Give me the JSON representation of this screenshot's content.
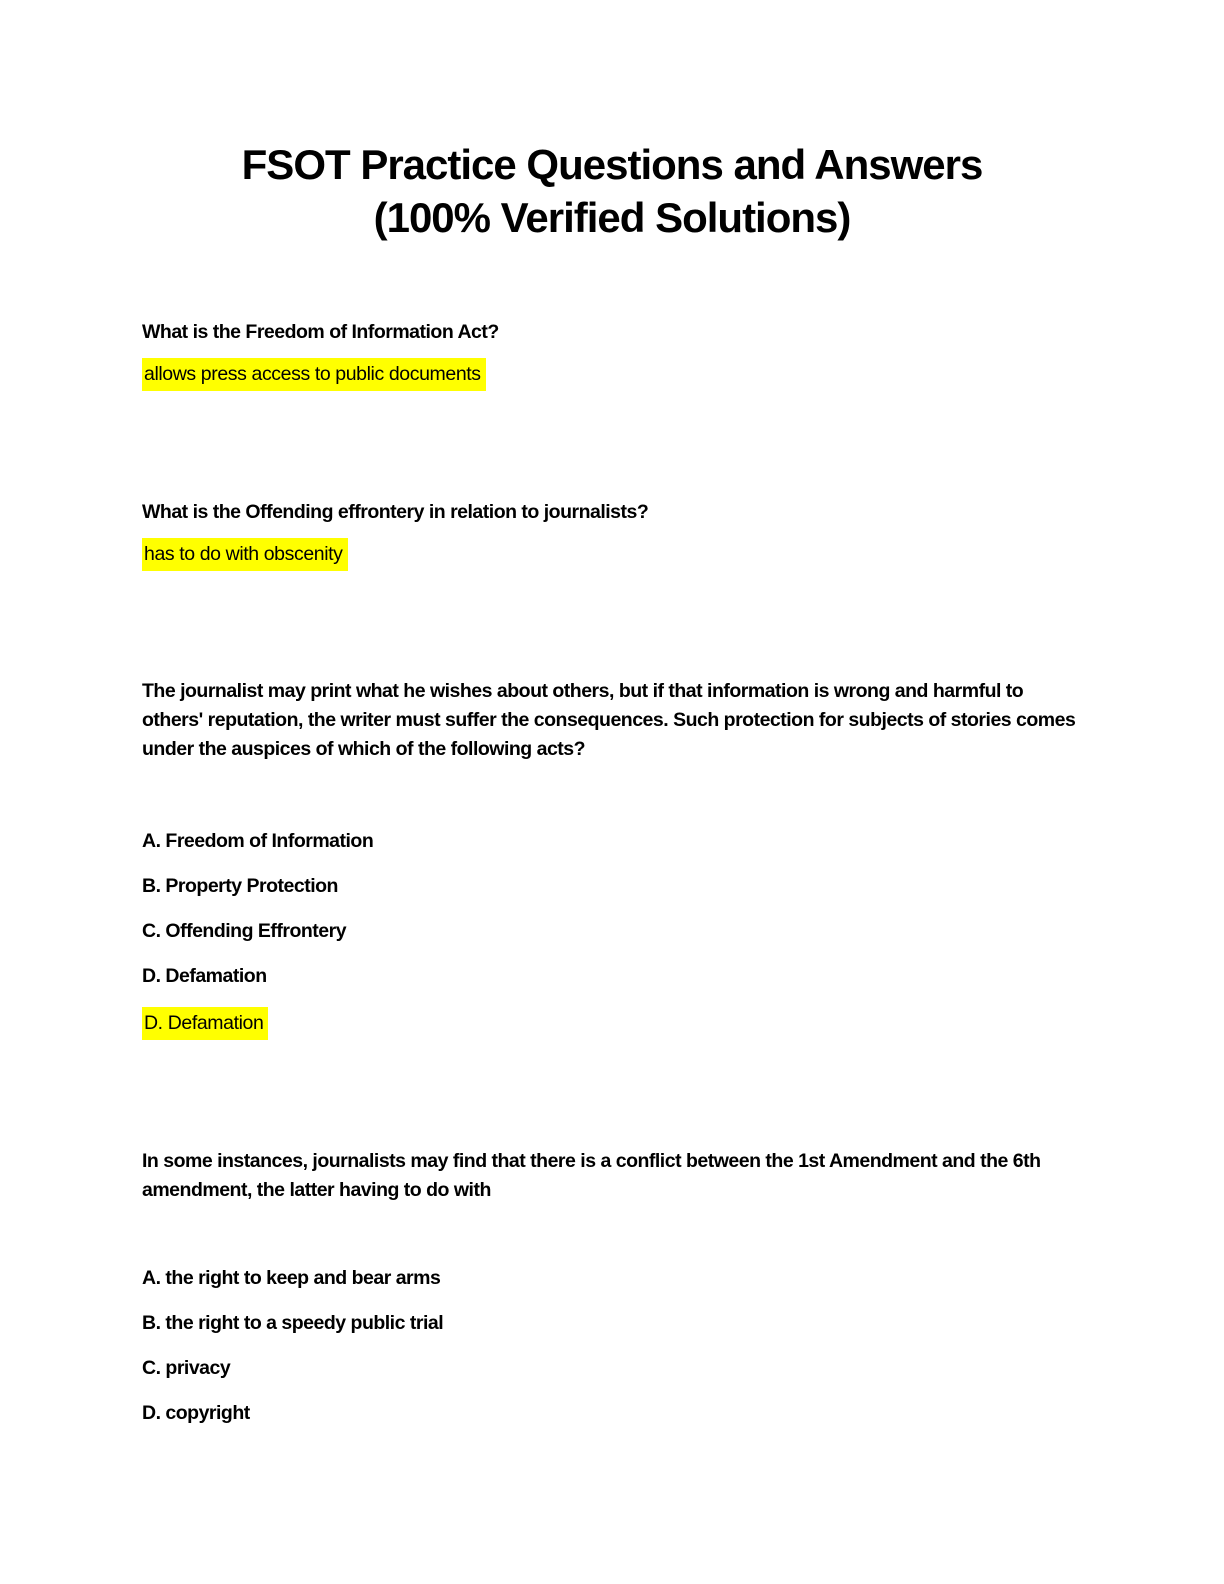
{
  "title": {
    "line1": "FSOT Practice Questions and Answers",
    "line2": "(100% Verified Solutions)"
  },
  "colors": {
    "highlight": "#ffff00",
    "text": "#000000",
    "page_background": "#ffffff"
  },
  "questions": [
    {
      "question": "What is the Freedom of Information Act?",
      "answer": "allows press access to public documents"
    },
    {
      "question": "What is the Offending effrontery in relation to journalists?",
      "answer": "has to do with obscenity"
    },
    {
      "question": "The journalist may print what he wishes about others, but if that information is wrong and harmful to others' reputation, the writer must suffer the consequences. Such protection for subjects of stories comes under the auspices of which of the following acts?",
      "options": [
        "A. Freedom of Information",
        "B. Property Protection",
        "C. Offending Effrontery",
        "D. Defamation"
      ],
      "answer": "D. Defamation"
    },
    {
      "question": "In some instances, journalists may find that there is a conflict between the 1st Amendment and the 6th amendment, the latter having to do with",
      "options": [
        "A. the right to keep and bear arms",
        "B. the right to a speedy public trial",
        "C. privacy",
        "D. copyright"
      ]
    }
  ]
}
